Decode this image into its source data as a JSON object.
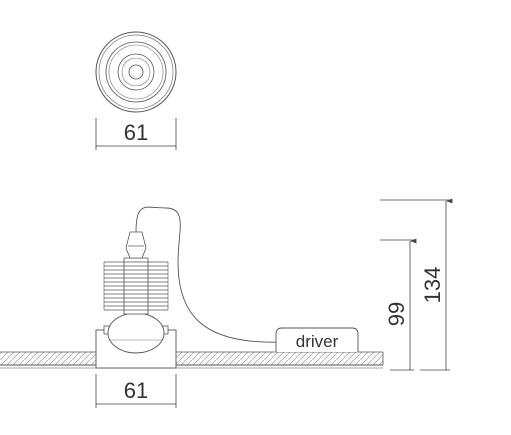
{
  "top_view": {
    "diameter_label": "61"
  },
  "side_view": {
    "width_label": "61",
    "driver_label": "driver",
    "height_recessed_label": "99",
    "height_total_label": "134"
  },
  "colors": {
    "line": "#555555",
    "dim_line": "#444444",
    "hatch": "#888888",
    "text": "#333333"
  }
}
